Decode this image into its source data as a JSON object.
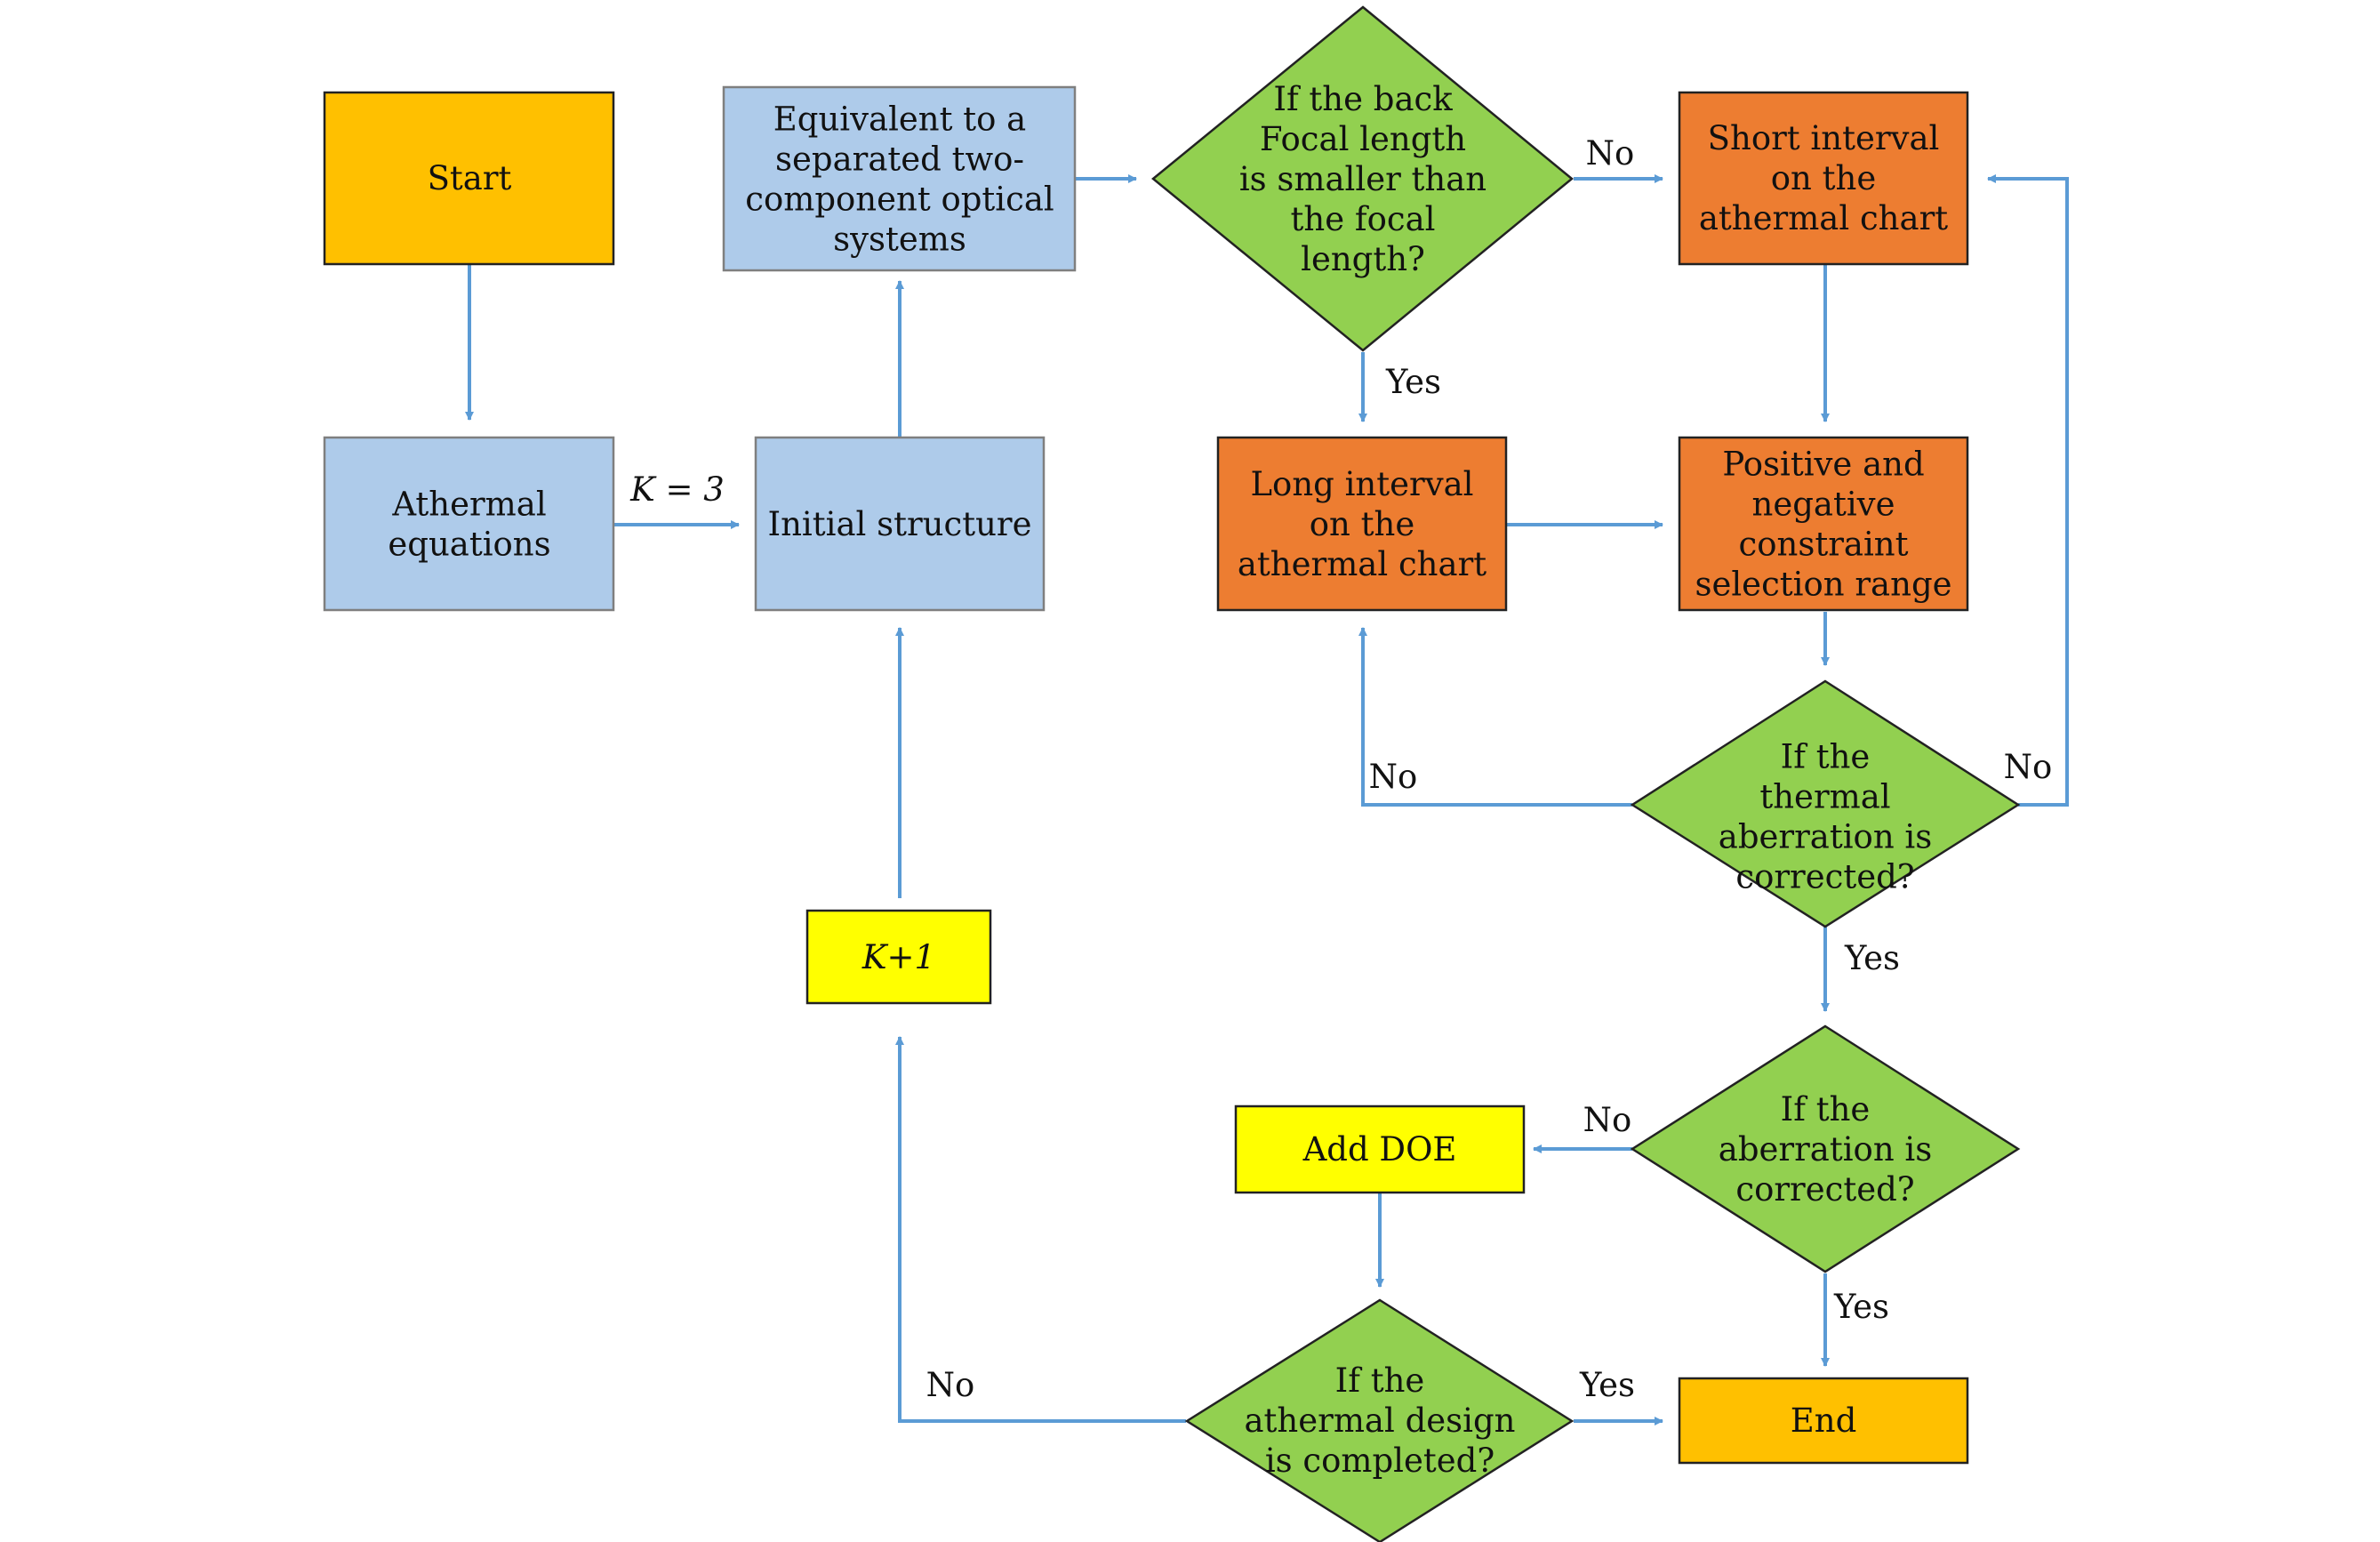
{
  "colors": {
    "start_end": "#ffc000",
    "process_blue": "#aecbea",
    "process_orange": "#ed7d31",
    "decision": "#92d050",
    "yellow": "#ffff00",
    "arrow": "#5b9bd5"
  },
  "nodes": {
    "start": {
      "lines": [
        "Start"
      ]
    },
    "athermal_equations": {
      "lines": [
        "Athermal",
        "equations"
      ]
    },
    "initial_structure": {
      "lines": [
        "Initial structure"
      ]
    },
    "equivalent": {
      "lines": [
        "Equivalent to a",
        "separated two-",
        "component optical",
        "systems"
      ]
    },
    "decision_back_focal": {
      "lines": [
        "If the back",
        "Focal length",
        "is smaller than",
        "the focal",
        "length?"
      ]
    },
    "short_interval": {
      "lines": [
        "Short interval",
        "on the",
        "athermal chart"
      ]
    },
    "long_interval": {
      "lines": [
        "Long interval",
        "on the",
        "athermal chart"
      ]
    },
    "constraint_range": {
      "lines": [
        "Positive and",
        "negative",
        "constraint",
        "selection range"
      ]
    },
    "decision_thermal": {
      "lines": [
        "If the",
        "thermal",
        "aberration is",
        "corrected?"
      ]
    },
    "k_plus_1": {
      "lines": [
        "K+1"
      ]
    },
    "decision_aberration": {
      "lines": [
        "If the",
        "aberration is",
        "corrected?"
      ]
    },
    "add_doe": {
      "lines": [
        "Add DOE"
      ]
    },
    "decision_completed": {
      "lines": [
        "If the",
        "athermal design",
        "is completed?"
      ]
    },
    "end": {
      "lines": [
        "End"
      ]
    }
  },
  "edge_labels": {
    "k3": "K = 3",
    "focal_no": "No",
    "focal_yes": "Yes",
    "thermal_no_left": "No",
    "thermal_no_right": "No",
    "thermal_yes": "Yes",
    "aberration_no": "No",
    "aberration_yes": "Yes",
    "completed_no": "No",
    "completed_yes": "Yes"
  }
}
